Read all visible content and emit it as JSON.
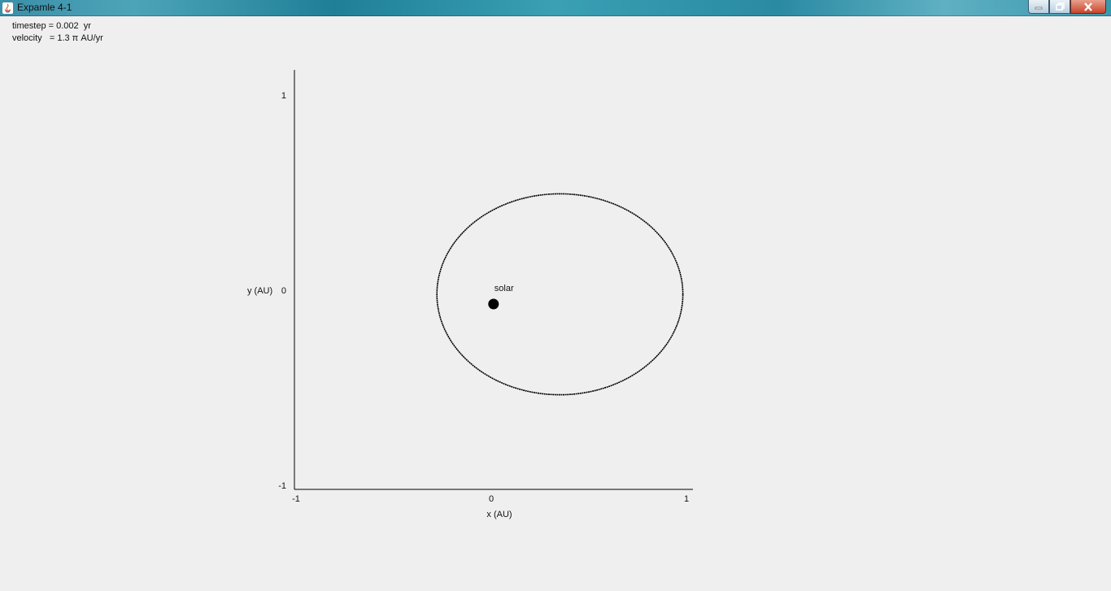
{
  "window": {
    "title": "Expamle 4-1",
    "icons": {
      "app": "java-icon",
      "minimize": "minimize-icon",
      "maximize": "restore-icon",
      "close": "close-icon"
    }
  },
  "info": {
    "timestep": "timestep = 0.002  yr",
    "velocity": "velocity   = 1.3 π AU/yr"
  },
  "chart_data": {
    "type": "scatter",
    "xlabel": "x (AU)",
    "ylabel": "y (AU)",
    "xlim": [
      -1,
      1.2
    ],
    "ylim": [
      -1,
      1.2
    ],
    "xticks": [
      {
        "value": -1,
        "label": "-1"
      },
      {
        "value": 0,
        "label": "0"
      },
      {
        "value": 1,
        "label": "1"
      }
    ],
    "yticks": [
      {
        "value": 1,
        "label": "1"
      },
      {
        "value": 0,
        "label": "0"
      },
      {
        "value": -1,
        "label": "-1"
      }
    ],
    "grid": false,
    "orbit": {
      "center": [
        0.36,
        0.0
      ],
      "semi_axis_x": 0.63,
      "semi_axis_y": 0.515
    },
    "sun": {
      "x": 0.02,
      "y": -0.05,
      "label": "solar"
    },
    "colors": {
      "orbit": "#000000",
      "sun": "#000000",
      "axis": "#000000"
    }
  }
}
